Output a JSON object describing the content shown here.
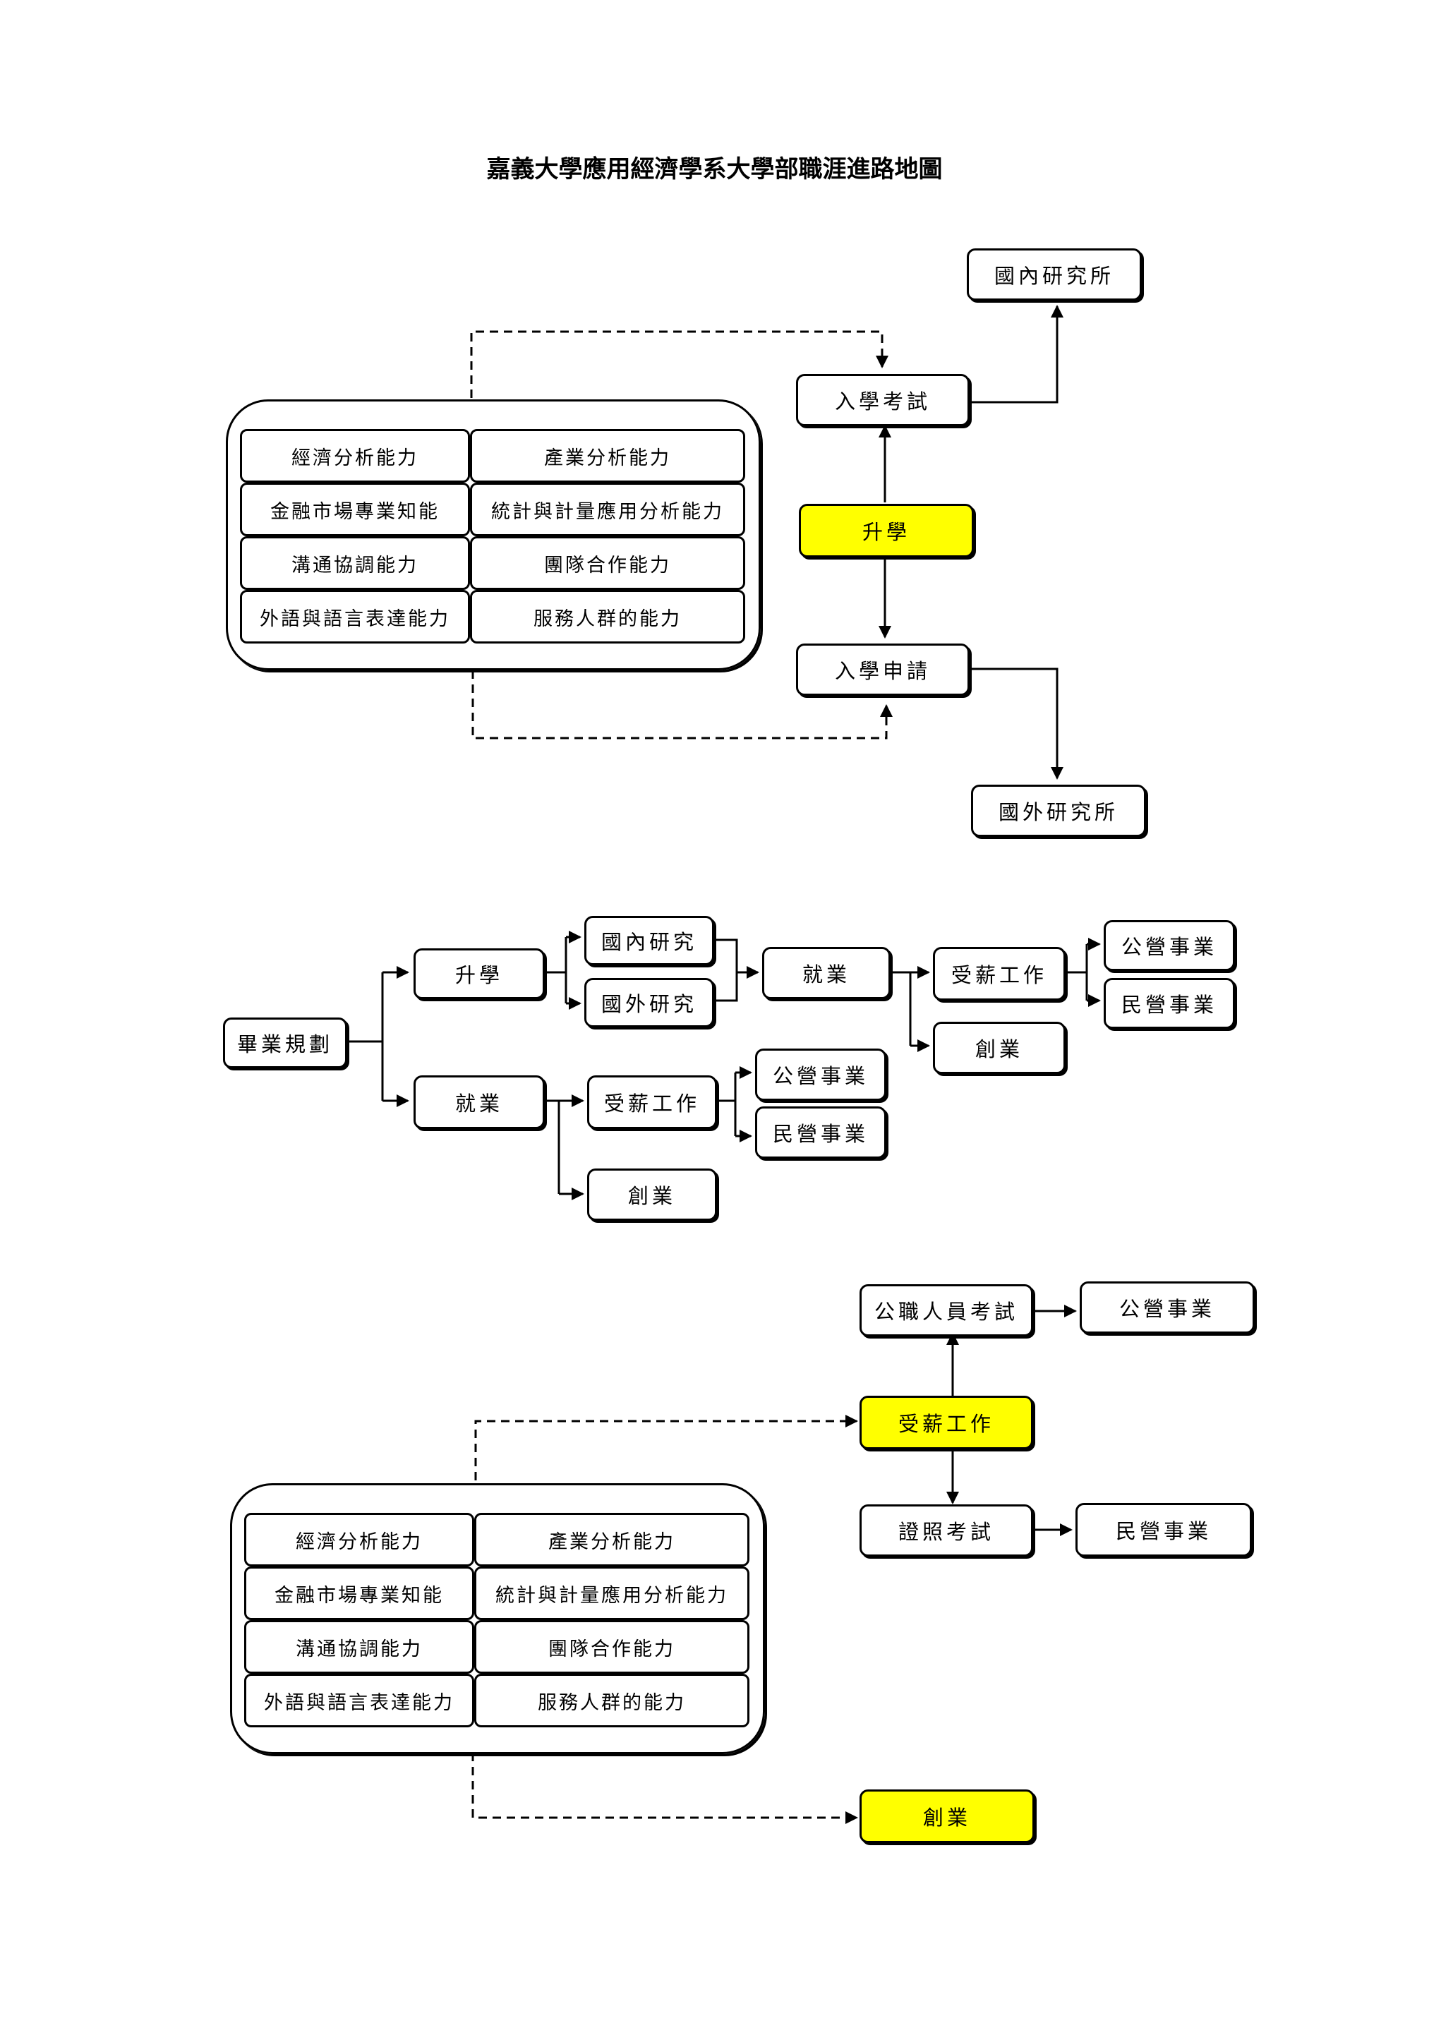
{
  "title": "嘉義大學應用經濟學系大學部職涯進路地圖",
  "section1": {
    "domestic_grad": "國內研究所",
    "entrance_exam": "入學考試",
    "further_study": "升學",
    "application": "入學申請",
    "foreign_grad": "國外研究所"
  },
  "skills": [
    [
      "經濟分析能力",
      "產業分析能力"
    ],
    [
      "金融市場專業知能",
      "統計與計量應用分析能力"
    ],
    [
      "溝通協調能力",
      "團隊合作能力"
    ],
    [
      "外語與語言表達能力",
      "服務人群的能力"
    ]
  ],
  "section2": {
    "graduation_plan": "畢業規劃",
    "further_study": "升學",
    "domestic_research": "國內研究",
    "foreign_research": "國外研究",
    "employment_after_study": "就業",
    "salaried_after_study": "受薪工作",
    "public_enterprise_after_study": "公營事業",
    "private_enterprise_after_study": "民營事業",
    "startup_after_study": "創業",
    "employment": "就業",
    "salaried": "受薪工作",
    "public_enterprise": "公營事業",
    "private_enterprise": "民營事業",
    "startup": "創業"
  },
  "section3": {
    "civil_exam": "公職人員考試",
    "public_enterprise": "公營事業",
    "salaried": "受薪工作",
    "license_exam": "證照考試",
    "private_enterprise": "民營事業",
    "startup": "創業"
  },
  "colors": {
    "highlight": "#ffff00",
    "line": "#000000"
  }
}
